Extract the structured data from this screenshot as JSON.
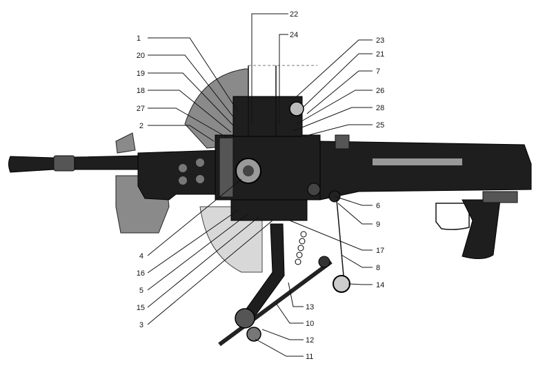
{
  "labels": {
    "l1": "1",
    "l2": "2",
    "l3": "3",
    "l4": "4",
    "l5": "5",
    "l6": "6",
    "l7": "7",
    "l8": "8",
    "l9": "9",
    "l10": "10",
    "l11": "11",
    "l12": "12",
    "l13": "13",
    "l14": "14",
    "l15": "15",
    "l16": "16",
    "l17": "17",
    "l18": "18",
    "l19": "19",
    "l20": "20",
    "l21": "21",
    "l22": "22",
    "l23": "23",
    "l24": "24",
    "l25": "25",
    "l26": "26",
    "l27": "27",
    "l28": "28"
  },
  "colors": {
    "ink": "#111111",
    "metal_dark": "#1e1e1e",
    "metal_mid": "#555555",
    "shield_gray": "#8a8a8a",
    "paper": "#ffffff"
  }
}
